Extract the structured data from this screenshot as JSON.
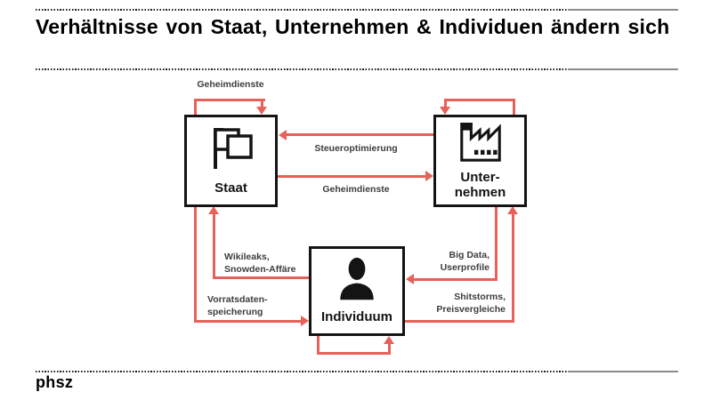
{
  "title": "Verhältnisse von Staat, Unternehmen & Individuen ändern sich",
  "footer": {
    "logo": "phsz"
  },
  "colors": {
    "accent_red": "#e7615a",
    "box_border": "#141414",
    "edge_label_text": "#3d3d3d",
    "title_text": "#000000"
  },
  "diagram": {
    "nodes": {
      "staat": {
        "label": "Staat",
        "icon": "flag-icon"
      },
      "unternehmen": {
        "label_lines": [
          "Unter-",
          "nehmen"
        ],
        "icon": "factory-icon"
      },
      "individuum": {
        "label": "Individuum",
        "icon": "person-icon"
      }
    },
    "edges": {
      "staat_self": {
        "from": "Staat",
        "to": "Staat",
        "label": "Geheimdienste"
      },
      "unternehmen_self": {
        "from": "Unternehmen",
        "to": "Unternehmen",
        "label": ""
      },
      "steueroptimierung": {
        "from": "Unternehmen",
        "to": "Staat",
        "label": "Steueroptimierung"
      },
      "geheimdienste_mid": {
        "from": "Staat",
        "to": "Unternehmen",
        "label": "Geheimdienste"
      },
      "wikileaks": {
        "from": "Individuum",
        "to": "Staat",
        "label_lines": [
          "Wikileaks,",
          "Snowden-Affäre"
        ]
      },
      "vorratsdaten": {
        "from": "Staat",
        "to": "Individuum",
        "label_lines": [
          "Vorratsdaten-",
          "speicherung"
        ]
      },
      "bigdata": {
        "from": "Unternehmen",
        "to": "Individuum",
        "label_lines": [
          "Big Data,",
          "Userprofile"
        ]
      },
      "shitstorms": {
        "from": "Individuum",
        "to": "Unternehmen",
        "label_lines": [
          "Shitstorms,",
          "Preisvergleiche"
        ]
      },
      "individuum_self": {
        "from": "Individuum",
        "to": "Individuum",
        "label": ""
      }
    }
  }
}
